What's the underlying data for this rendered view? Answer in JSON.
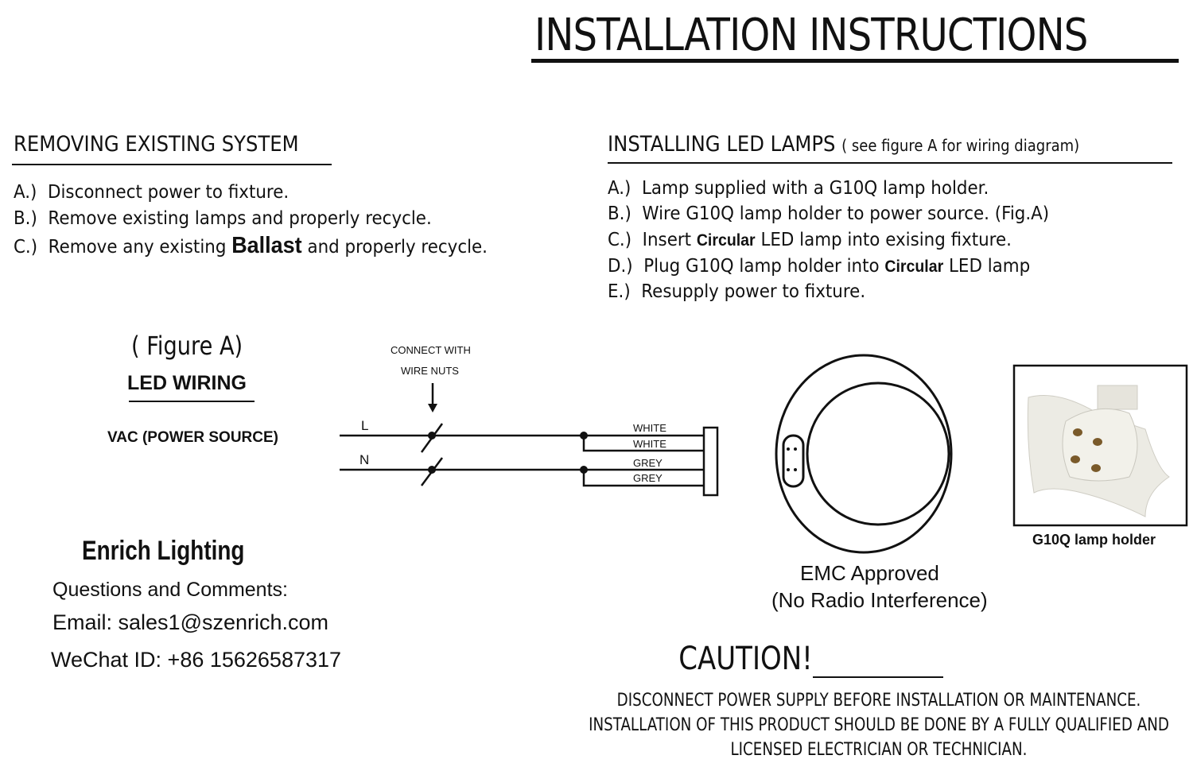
{
  "title": "INSTALLATION INSTRUCTIONS",
  "removing": {
    "heading": "REMOVING EXISTING SYSTEM",
    "items": [
      {
        "prefix": "A.)",
        "text": "Disconnect power to fixture."
      },
      {
        "prefix": "B.)",
        "text": "Remove existing lamps and properly recycle."
      },
      {
        "prefix": "C.)",
        "text_before": "Remove any existing",
        "bold": "Ballast",
        "text_after": "and properly recycle."
      }
    ]
  },
  "installing": {
    "heading": "INSTALLING LED LAMPS",
    "note": "( see figure A for wiring diagram)",
    "items": [
      {
        "prefix": "A.)",
        "text": "Lamp supplied with a G10Q lamp holder."
      },
      {
        "prefix": "B.)",
        "text": "Wire G10Q lamp holder to power source.  (Fig.A)"
      },
      {
        "prefix": "C.)",
        "text_before": "Insert",
        "bold": "Circular",
        "text_after": "LED lamp into exising fixture."
      },
      {
        "prefix": "D.)",
        "text_before": "Plug G10Q lamp holder into",
        "bold": "Circular",
        "text_after": "LED lamp"
      },
      {
        "prefix": "E.)",
        "text": "Resupply power to fixture."
      }
    ]
  },
  "figure": {
    "label": "( Figure A)",
    "subtitle": "LED WIRING",
    "source": "VAC (POWER SOURCE)",
    "connect_note_1": "CONNECT WITH",
    "connect_note_2": "WIRE NUTS",
    "line_l": "L",
    "line_n": "N",
    "wires": [
      "WHITE",
      "WHITE",
      "GREY",
      "GREY"
    ]
  },
  "lamp": {
    "emc_1": "EMC Approved",
    "emc_2": "(No Radio Interference)"
  },
  "holder": {
    "caption": "G10Q lamp holder"
  },
  "contact": {
    "brand": "Enrich Lighting",
    "questions": "Questions and Comments:",
    "email": "Email: sales1@szenrich.com",
    "wechat": "WeChat ID: +86 15626587317"
  },
  "caution": {
    "heading": "CAUTION!",
    "lines": [
      "DISCONNECT POWER SUPPLY BEFORE INSTALLATION OR MAINTENANCE.",
      "INSTALLATION OF THIS PRODUCT SHOULD BE DONE BY A FULLY QUALIFIED AND",
      "LICENSED ELECTRICIAN OR TECHNICIAN."
    ]
  }
}
